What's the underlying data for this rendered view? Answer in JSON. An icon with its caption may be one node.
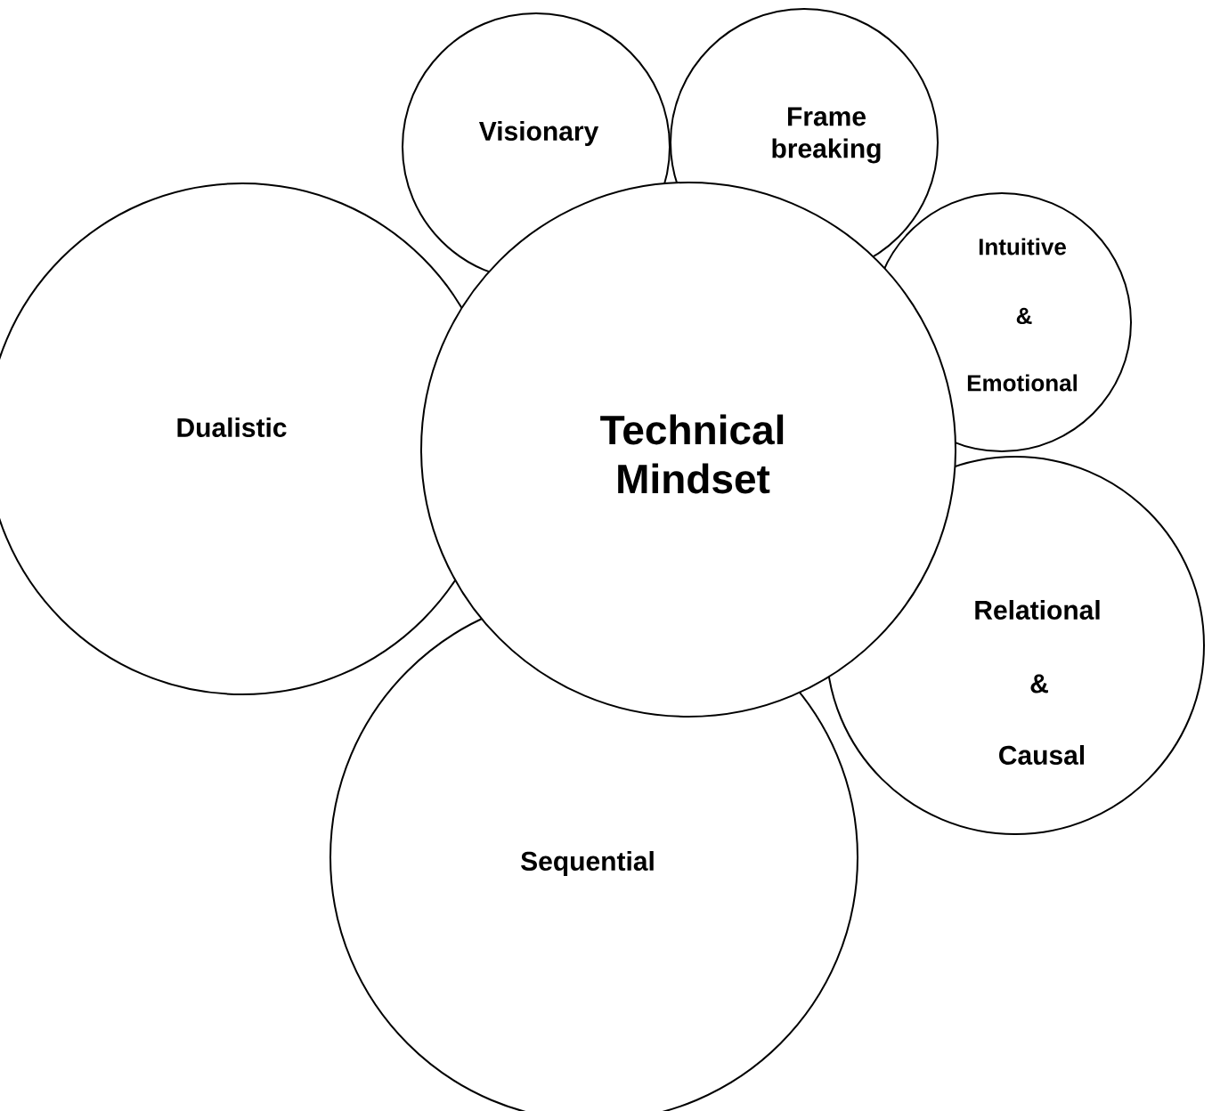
{
  "diagram": {
    "nodes": [
      {
        "text": [
          "Visionary"
        ]
      },
      {
        "text": [
          "Frame breaking"
        ]
      },
      {
        "text": [
          "Intuitive",
          "&",
          "Emotional"
        ]
      },
      {
        "text": [
          "Dualistic"
        ]
      },
      {
        "text": [
          "Technical Mindset"
        ]
      },
      {
        "text": [
          "Relational",
          "&",
          "Causal"
        ]
      },
      {
        "text": [
          "Sequential"
        ]
      }
    ]
  }
}
